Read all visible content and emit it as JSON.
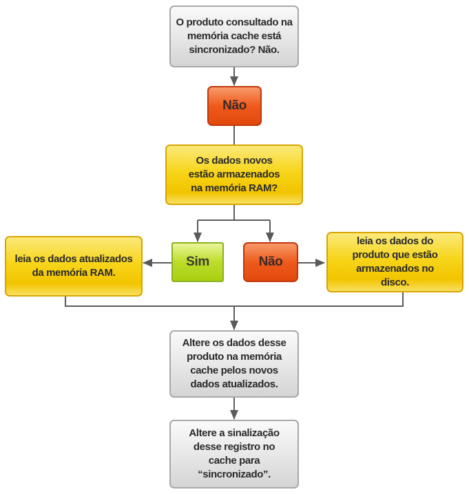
{
  "nodes": {
    "q1": "O produto consultado na memória cache está sincronizado? Não.",
    "nao1": "Não",
    "q2": "Os dados novos estão armazenados na memória RAM?",
    "sim": "Sim",
    "nao2": "Não",
    "left": "leia os dados atualizados da memória RAM.",
    "right": "leia os dados do produto que estão armazenados no disco.",
    "step3": "Altere os dados desse produto na memória cache pelos novos dados atualizados.",
    "step4": "Altere a sinalização desse registro no cache para “sincronizado”."
  }
}
